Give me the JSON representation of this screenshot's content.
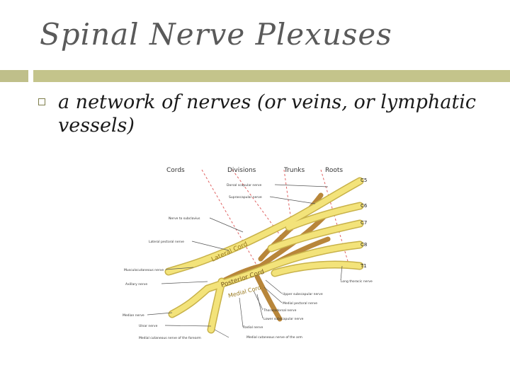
{
  "slide": {
    "title": "Spinal Nerve Plexuses",
    "bullet_text": "a network of nerves (or veins, or lymphatic vessels)",
    "accent_color": "#c4c48b"
  },
  "diagram": {
    "headers": {
      "cords": "Cords",
      "divisions": "Divisions",
      "trunks": "Trunks",
      "roots": "Roots"
    },
    "roots": [
      "C5",
      "C6",
      "C7",
      "C8",
      "T1"
    ],
    "cord_labels": {
      "lateral": "Lateral Cord",
      "posterior": "Posterior Cord",
      "medial": "Medial Cord"
    },
    "upper_labels": {
      "dorsal_scapular": "Dorsal scapular nerve",
      "suprascapular": "Suprascapular nerve",
      "subclavius": "Nerve to subclavius",
      "lateral_pectoral": "Lateral pectoral nerve"
    },
    "left_labels": {
      "musculocutaneous": "Musculocutaneous nerve",
      "axillary": "Axillary nerve",
      "median": "Median nerve",
      "ulnar": "Ulnar nerve",
      "medial_cutaneous_forearm": "Medial cutaneous nerve of the forearm"
    },
    "bottom_labels": {
      "upper_subscapular": "Upper subscapular nerve",
      "medial_pectoral": "Medial pectoral nerve",
      "thoracodorsal": "Thoracodorsal nerve",
      "lower_subscapular": "Lower subscapular nerve",
      "radial": "Radial nerve",
      "medial_cutaneous_arm": "Medial cutaneous nerve of the arm"
    },
    "right_labels": {
      "long_thoracic": "Long thoracic nerve"
    },
    "colors": {
      "nerve": "#f3e37a",
      "nerve_outline": "#c8b24a",
      "posterior": "#b8863a",
      "dashed": "#e06060"
    }
  }
}
